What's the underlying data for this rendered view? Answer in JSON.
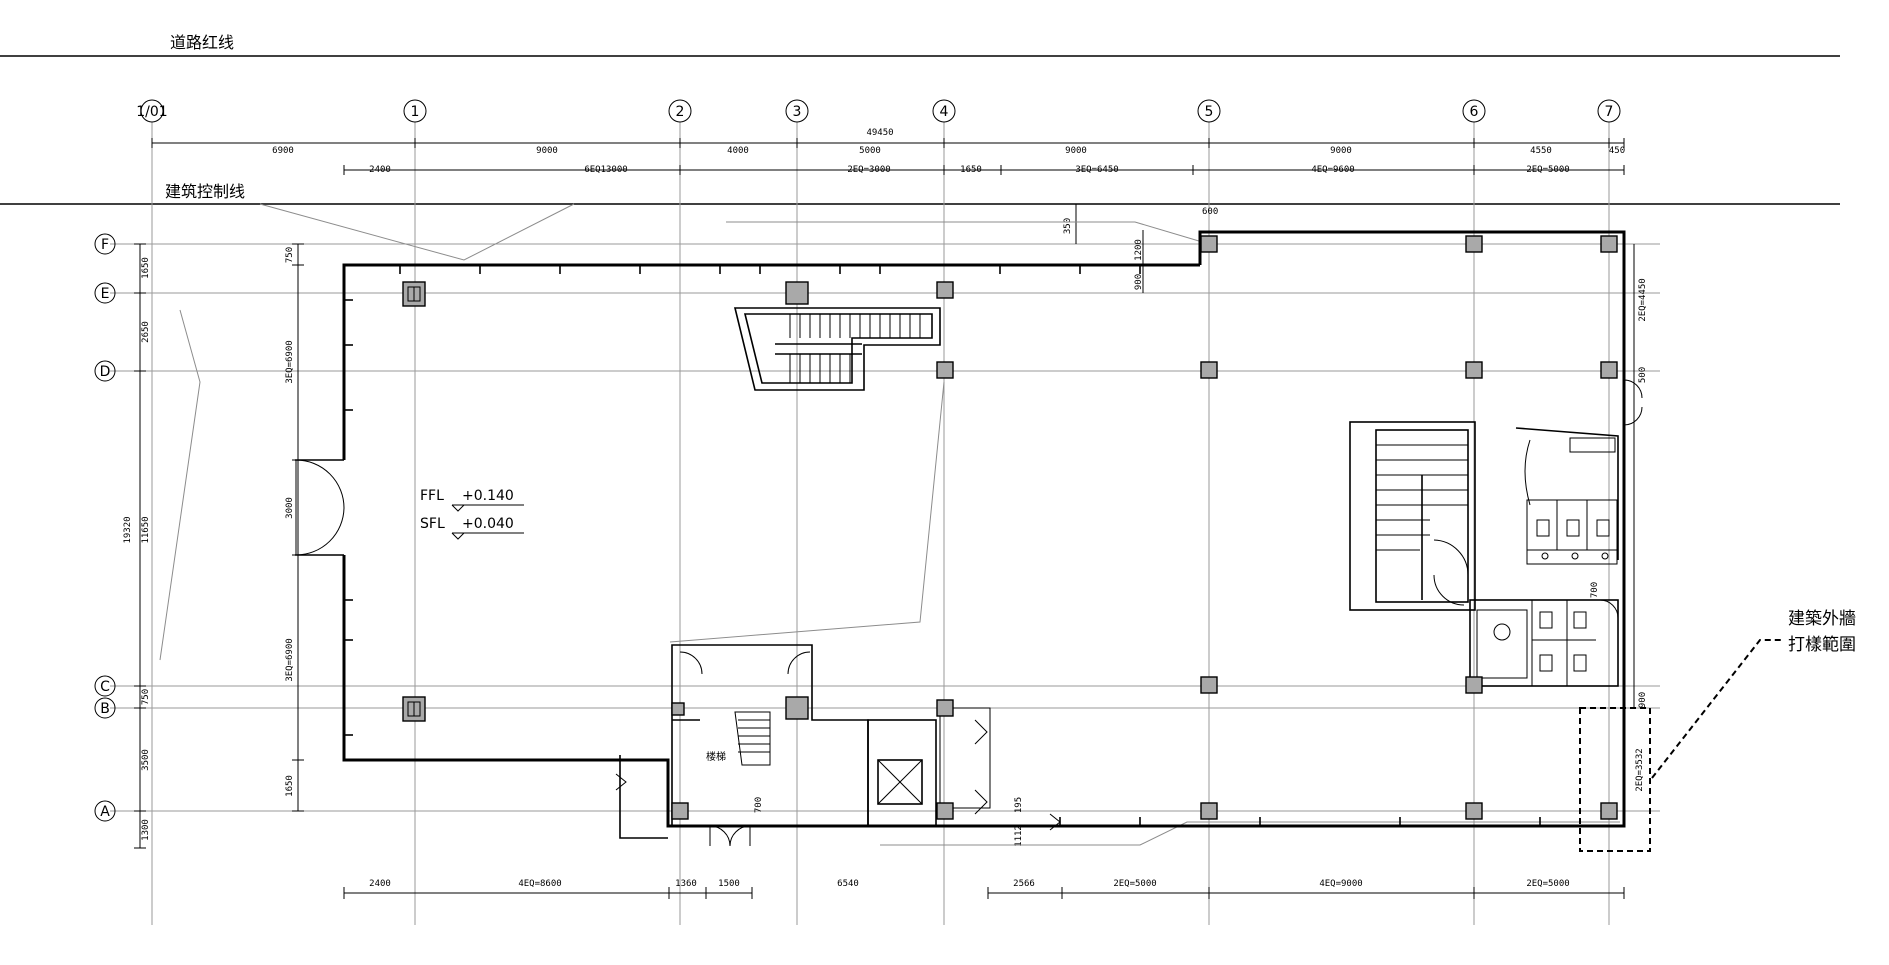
{
  "labels": {
    "road_red_line": "道路红线",
    "building_control_line": "建筑控制线",
    "ffl": "FFL",
    "ffl_value": "+0.140",
    "sfl": "SFL",
    "sfl_value": "+0.040",
    "stair_label": "楼梯",
    "callout_line1": "建築外牆",
    "callout_line2": "打樣範圍"
  },
  "axes_vertical": [
    "1/01",
    "1",
    "2",
    "3",
    "4",
    "5",
    "6",
    "7"
  ],
  "axes_horizontal": [
    "F",
    "E",
    "D",
    "C",
    "B",
    "A"
  ],
  "top_dims_row1": [
    "6900",
    "9000",
    "4000",
    "5000",
    "9000",
    "9000",
    "4550",
    "450"
  ],
  "top_total": "49450",
  "top_dims_row2": [
    "2400",
    "6EQ13000",
    "2EQ=3000",
    "1650",
    "3EQ=6450",
    "4EQ=9600",
    "2EQ=5000"
  ],
  "bottom_dims": [
    "2400",
    "4EQ=8600",
    "1360",
    "1500",
    "6540",
    "2566",
    "2EQ=5000",
    "4EQ=9000",
    "2EQ=5000"
  ],
  "left_dims_outer": [
    "19320"
  ],
  "left_dims_mid": [
    "1650",
    "2650",
    "11650",
    "750",
    "3500",
    "1300"
  ],
  "left_dims_inner": [
    "750",
    "3EQ=6900",
    "3000",
    "3EQ=6900",
    "1650"
  ],
  "misc_dims": [
    "350",
    "600",
    "1200",
    "900",
    "700",
    "700",
    "195",
    "1112",
    "2EQ=4450",
    "500",
    "900",
    "2EQ=3532"
  ]
}
